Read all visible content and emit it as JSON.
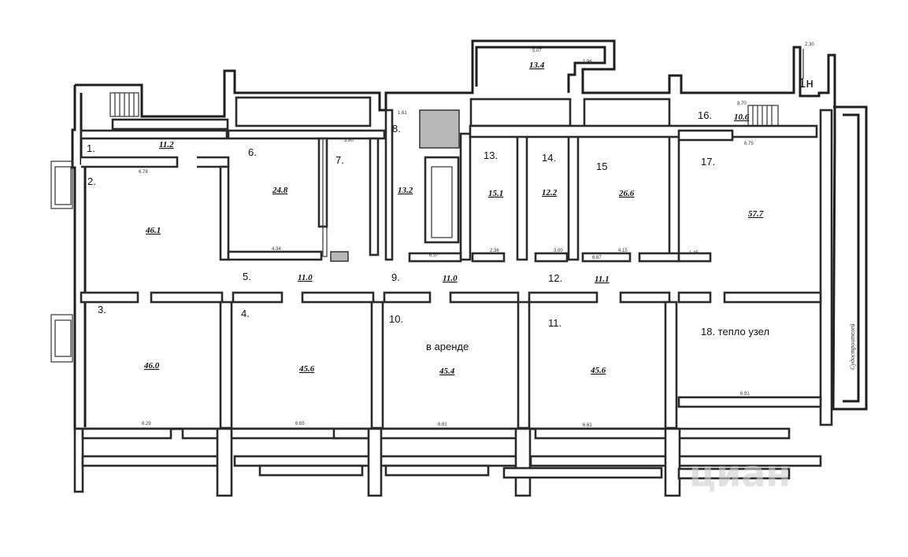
{
  "floor_label": "1н",
  "street_label": "Судостроителей",
  "watermark": "циан",
  "rooms": [
    {
      "num": "1.",
      "area": "11.2"
    },
    {
      "num": "2.",
      "area": "46.1"
    },
    {
      "num": "3.",
      "area": "46.0"
    },
    {
      "num": "4.",
      "area": "45.6"
    },
    {
      "num": "5.",
      "area": "11.0"
    },
    {
      "num": "6.",
      "area": "24.8"
    },
    {
      "num": "7.",
      "area": ""
    },
    {
      "num": "8.",
      "area": "13.2"
    },
    {
      "num": "9.",
      "area": "11.0"
    },
    {
      "num": "10.",
      "area": "45.4"
    },
    {
      "num": "11.",
      "area": "45.6"
    },
    {
      "num": "12.",
      "area": "11.1"
    },
    {
      "num": "13.",
      "area": "15.1"
    },
    {
      "num": "14.",
      "area": "12.2"
    },
    {
      "num": "15",
      "area": "26.6"
    },
    {
      "num": "16.",
      "area": "10.6"
    },
    {
      "num": "17.",
      "area": "57.7"
    },
    {
      "num": "18. тепло узел",
      "area": ""
    }
  ],
  "extra_areas": {
    "annex": "13.4"
  },
  "notes": {
    "rented": "в аренде"
  },
  "dimensions": [
    "6.78",
    "4.34",
    "6.57",
    "6.67",
    "6.75",
    "6.65",
    "6.61",
    "6.61",
    "6.91",
    "6.29",
    "4.15",
    "2.36",
    "3.00",
    "1.45",
    "1.61",
    "3.80",
    "5.07",
    "1.96",
    "8.70",
    "2.30"
  ]
}
